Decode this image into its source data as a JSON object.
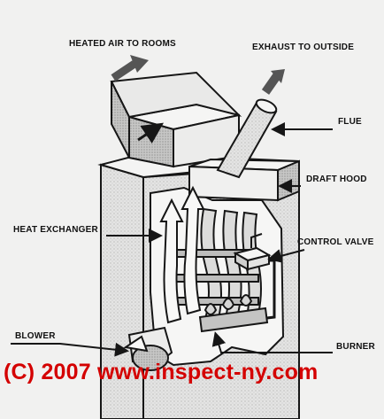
{
  "labels": {
    "heated_air": "HEATED AIR TO ROOMS",
    "exhaust": "EXHAUST TO OUTSIDE",
    "flue": "FLUE",
    "draft_hood": "DRAFT HOOD",
    "heat_exchanger": "HEAT EXCHANGER",
    "control_valve": "CONTROL VALVE",
    "blower": "BLOWER",
    "burner": "BURNER"
  },
  "watermark": "(C) 2007 www.inspect-ny.com",
  "colors": {
    "ink": "#161616",
    "paper": "#f1f1f0",
    "shade": "#c9c9c9",
    "watermark": "#d40000"
  }
}
